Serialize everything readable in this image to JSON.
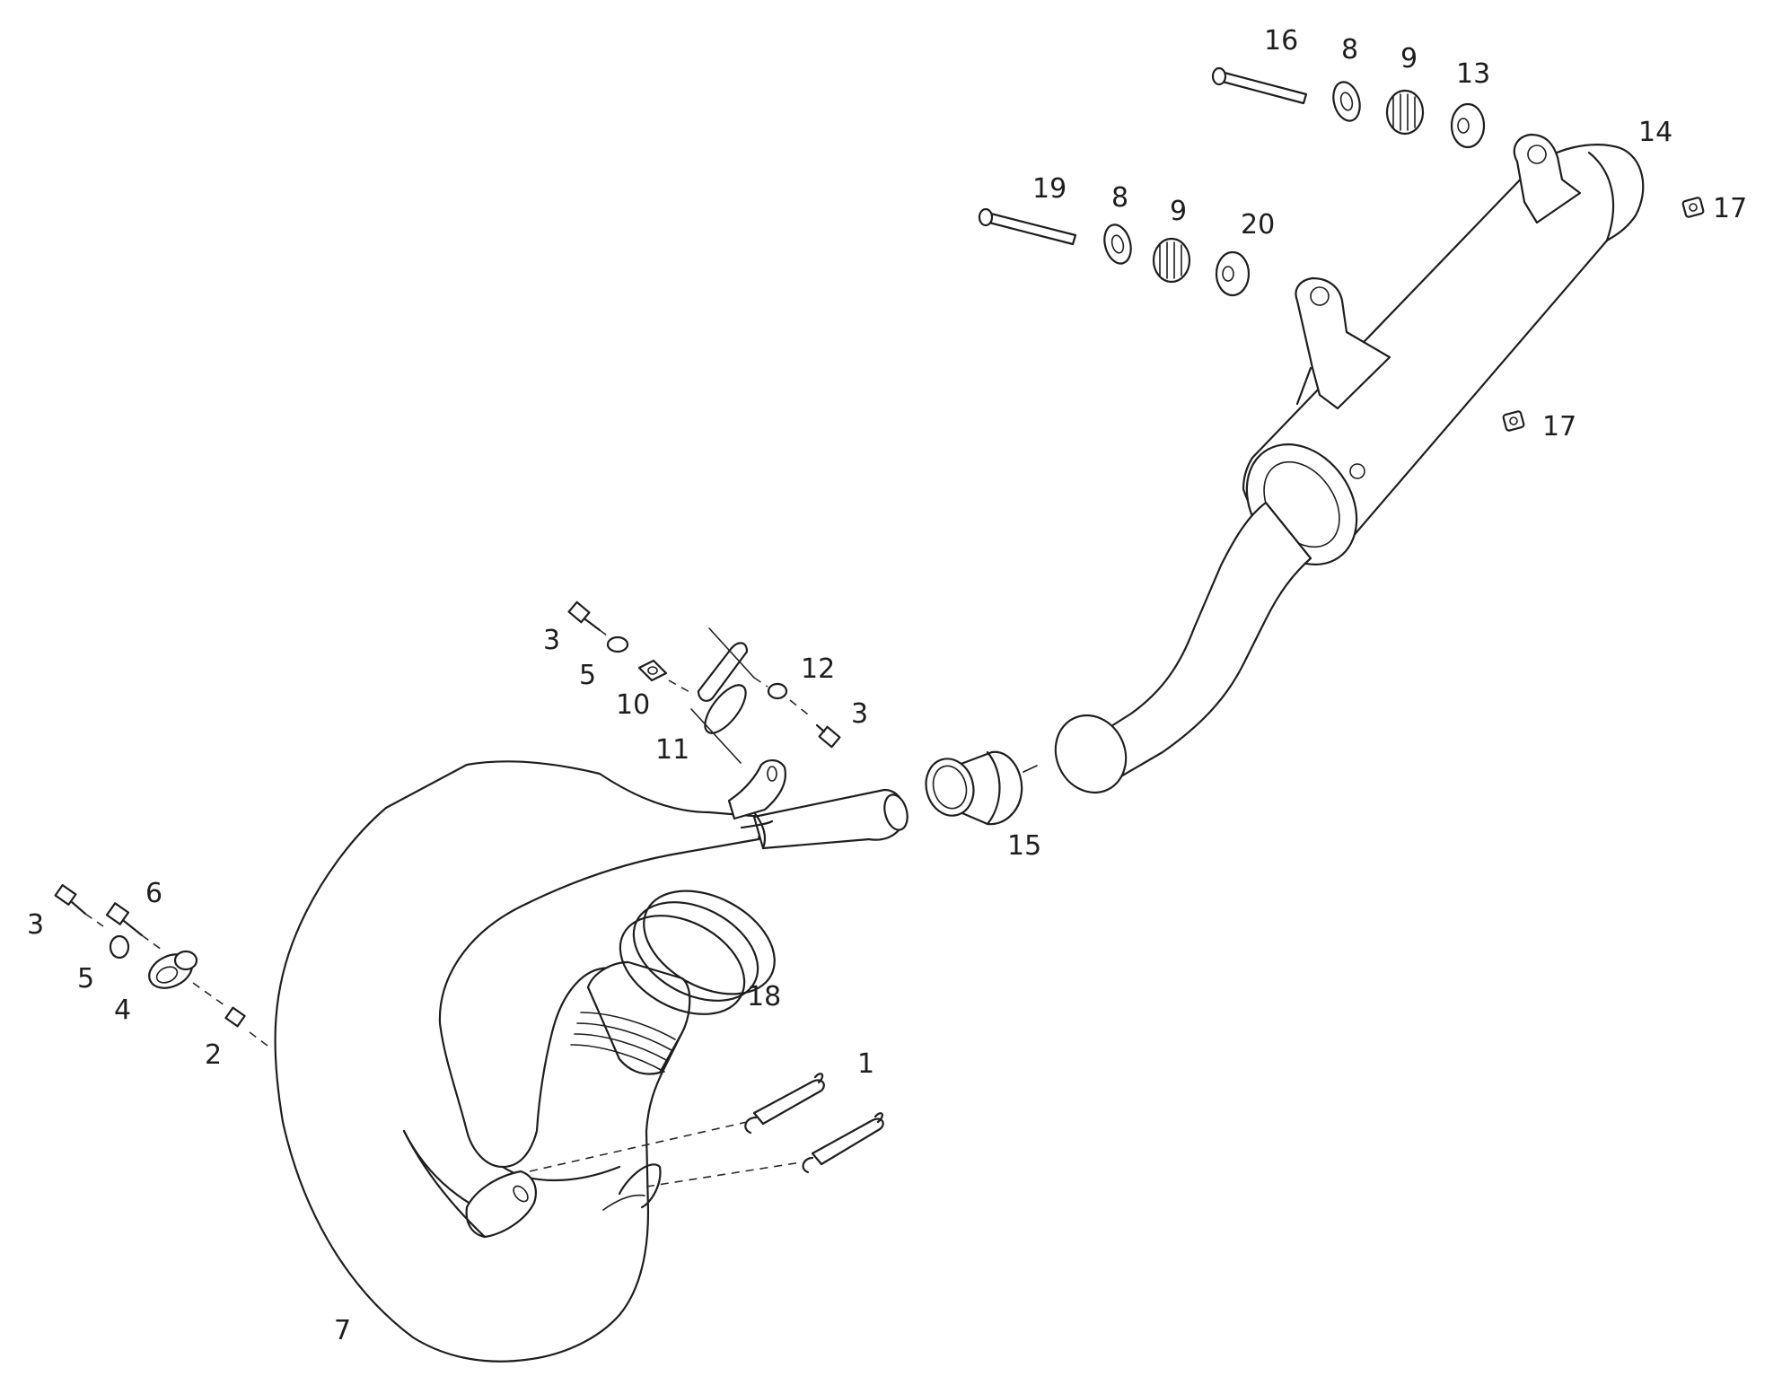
{
  "colors": {
    "line": "#1e1e1e",
    "background": "#ffffff"
  },
  "callouts": {
    "c1": "1",
    "c2": "2",
    "c3a": "3",
    "c3b": "3",
    "c3c": "3",
    "c4": "4",
    "c5a": "5",
    "c5b": "5",
    "c6": "6",
    "c7": "7",
    "c8a": "8",
    "c8b": "8",
    "c9a": "9",
    "c9b": "9",
    "c10": "10",
    "c11": "11",
    "c12": "12",
    "c13": "13",
    "c14": "14",
    "c15": "15",
    "c16": "16",
    "c17a": "17",
    "c17b": "17",
    "c18": "18",
    "c19": "19",
    "c20": "20"
  }
}
